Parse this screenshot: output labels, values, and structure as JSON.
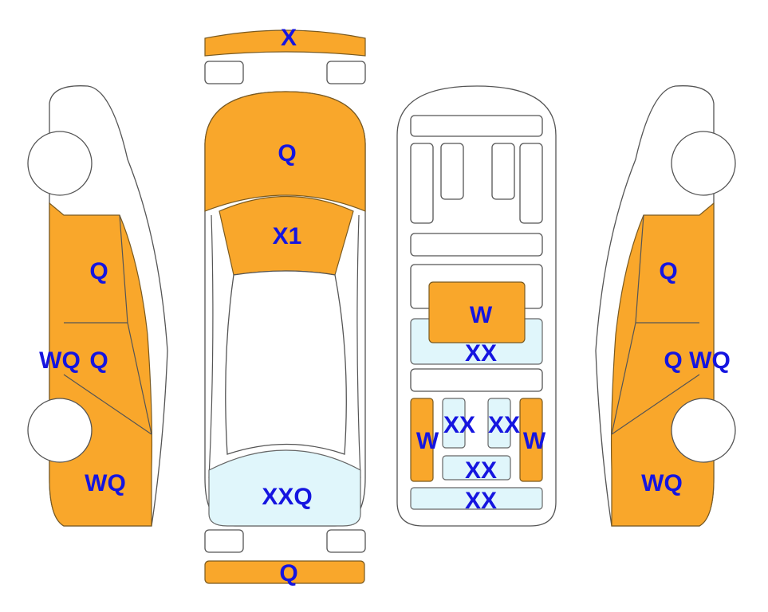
{
  "colors": {
    "damaged": "#f9a72b",
    "glass": "#e0f6fb",
    "label": "#1515e0"
  },
  "front_bumper": {
    "label": "X"
  },
  "hood": {
    "label": "Q"
  },
  "windshield": {
    "label": "X1"
  },
  "rear_window": {
    "label": "XXQ"
  },
  "rear_bumper": {
    "label": "Q"
  },
  "left_side": {
    "front_door": "Q",
    "rear_door": "Q",
    "rocker": "WQ",
    "rear_quarter": "WQ"
  },
  "right_side": {
    "front_door": "Q",
    "rear_door": "Q",
    "rocker": "WQ",
    "rear_quarter": "WQ"
  },
  "interior": {
    "console": "W",
    "front_seat_glass": "XX",
    "rear_left_pad": "W",
    "rear_right_pad": "W",
    "rear_left_seat": "XX",
    "rear_right_seat": "XX",
    "rear_middle_seat": "XX",
    "trunk": "XX"
  }
}
